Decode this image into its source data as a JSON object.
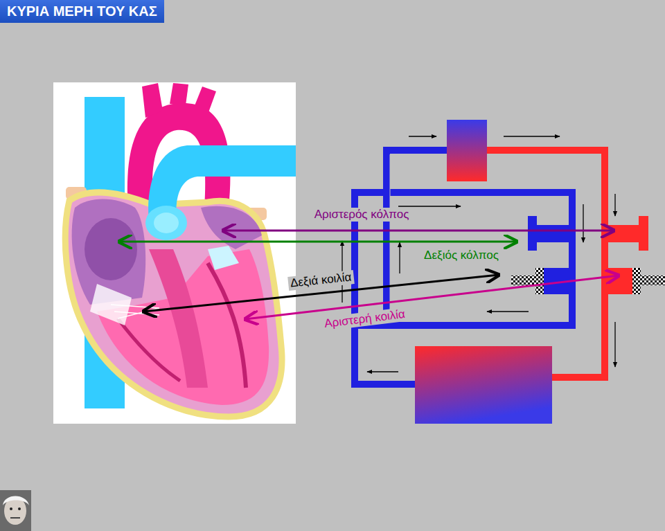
{
  "diagram": {
    "title": "ΚΥΡΙΑ ΜΕΡΗ ΤΟΥ ΚΑΣ",
    "labels": [
      "Αριστερός κόλπος",
      "Δεξιός κόλπος",
      "Δεξιά κοιλία",
      "Αριστερή κοιλία"
    ]
  }
}
